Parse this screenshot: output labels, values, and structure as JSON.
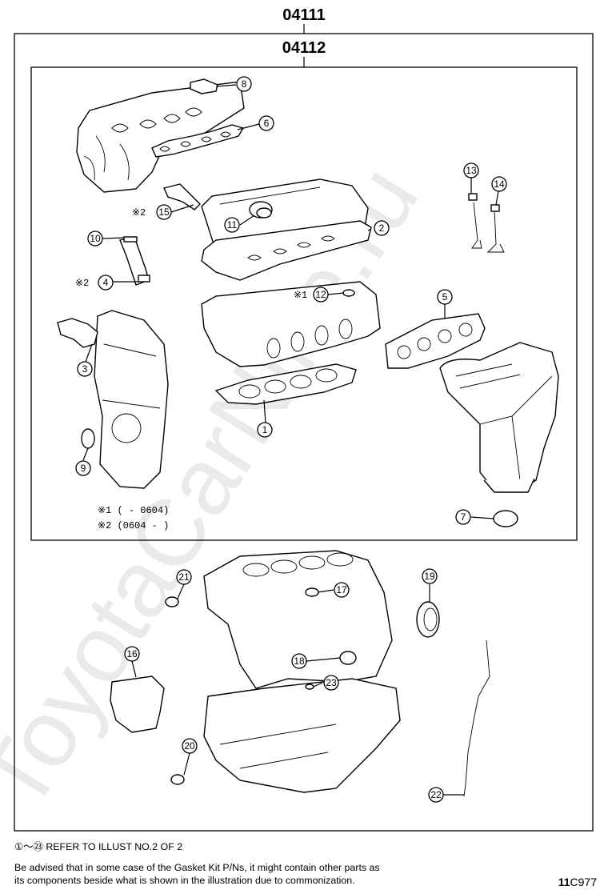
{
  "parts": {
    "outer_kit_number": "04111",
    "inner_kit_number": "04112"
  },
  "callouts": [
    "1",
    "2",
    "3",
    "4",
    "5",
    "6",
    "7",
    "8",
    "9",
    "10",
    "11",
    "12",
    "13",
    "14",
    "15",
    "16",
    "17",
    "18",
    "19",
    "20",
    "21",
    "22",
    "23"
  ],
  "notes": {
    "mark": "※",
    "note1": "※1 (      - 0604)",
    "note2": "※2 (0604 -      )",
    "mark1": "※1",
    "mark2": "※2"
  },
  "footer": {
    "refer": "①～㉓ REFER TO ILLUST NO.2 OF 2",
    "advice_line1": "Be advised that in some case of the Gasket Kit P/Ns,  it might contain other parts as",
    "advice_line2": "its components beside what is shown in the illustration due to commonization.",
    "illustration_id_prefix": "11",
    "illustration_id_suffix": "C977"
  },
  "watermark": "ToyotaCarNine.ru"
}
